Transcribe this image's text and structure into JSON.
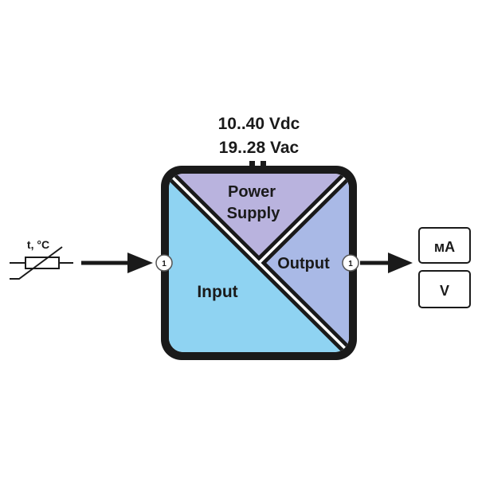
{
  "supply": {
    "dc": "10..40 Vdc",
    "ac": "19..28 Vac"
  },
  "module": {
    "power_label_1": "Power",
    "power_label_2": "Supply",
    "output_label": "Output",
    "input_label": "Input",
    "input_terminal": "1",
    "output_terminal": "1"
  },
  "sensor": {
    "label": "t, °C",
    "icon": "thermistor-icon"
  },
  "outputs": [
    {
      "label": "мA"
    },
    {
      "label": "V"
    }
  ],
  "colors": {
    "input": "#8fd3f2",
    "power": "#b9b3de",
    "output": "#a9b9e6",
    "frame": "#1a1a1a"
  }
}
